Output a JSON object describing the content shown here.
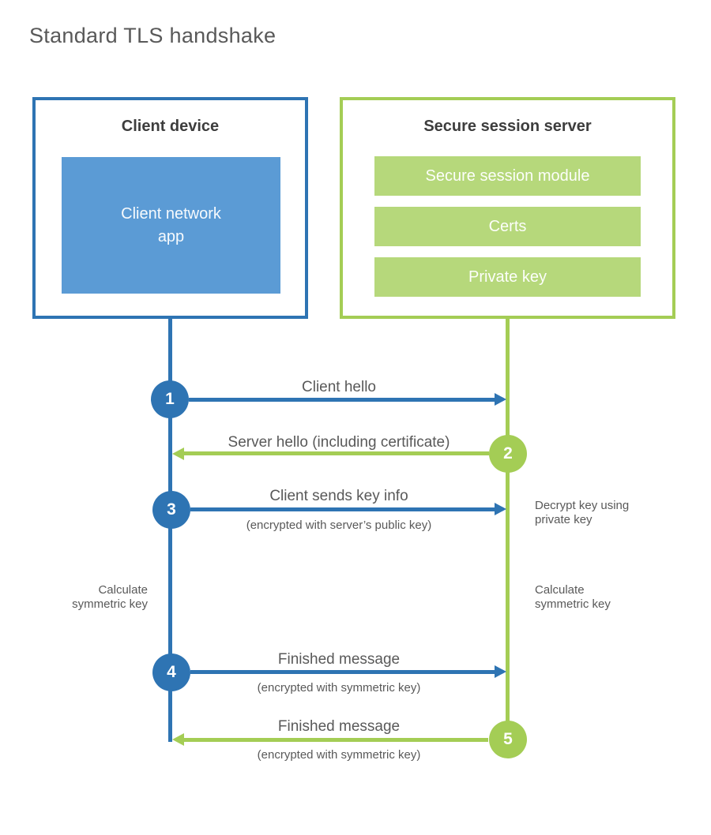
{
  "title": "Standard TLS handshake",
  "colors": {
    "blue": "#2e74b3",
    "blue_fill": "#5b9bd5",
    "green": "#a4cd55",
    "green_fill": "#b6d87b",
    "text": "#595959"
  },
  "client": {
    "title": "Client device",
    "module": "Client network\napp"
  },
  "server": {
    "title": "Secure session server",
    "modules": [
      "Secure session module",
      "Certs",
      "Private key"
    ]
  },
  "steps": [
    {
      "num": "1",
      "from": "client",
      "to": "server",
      "label": "Client hello",
      "sublabel": ""
    },
    {
      "num": "2",
      "from": "server",
      "to": "client",
      "label": "Server hello (including certificate)",
      "sublabel": ""
    },
    {
      "num": "3",
      "from": "client",
      "to": "server",
      "label": "Client sends key info",
      "sublabel": "(encrypted with server’s public key)"
    },
    {
      "num": "4",
      "from": "client",
      "to": "server",
      "label": "Finished message",
      "sublabel": "(encrypted with symmetric key)"
    },
    {
      "num": "5",
      "from": "server",
      "to": "client",
      "label": "Finished message",
      "sublabel": "(encrypted with symmetric key)"
    }
  ],
  "notes": [
    {
      "side": "right",
      "text": "Decrypt key using\nprivate key"
    },
    {
      "side": "left",
      "text": "Calculate\nsymmetric key"
    },
    {
      "side": "right",
      "text": "Calculate\nsymmetric key"
    }
  ]
}
